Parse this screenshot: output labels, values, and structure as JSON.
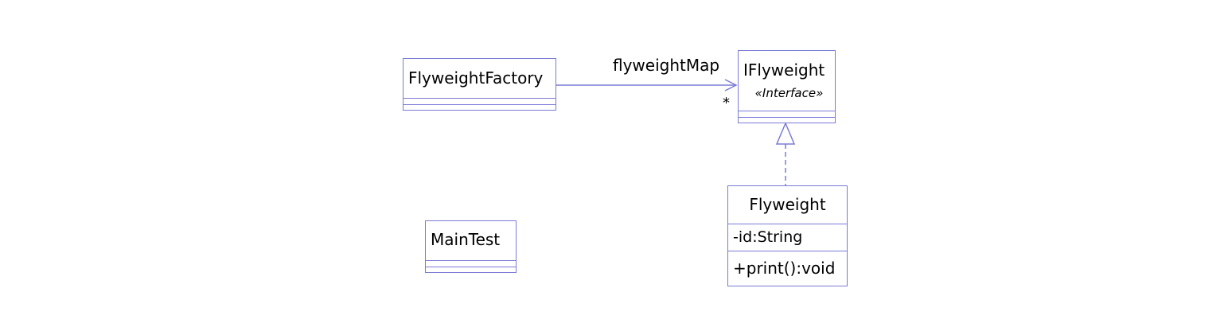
{
  "colors": {
    "line": "#7b7bd6",
    "text": "#000000",
    "background": "#ffffff"
  },
  "classes": {
    "flyweight_factory": {
      "name": "FlyweightFactory",
      "attributes": [],
      "operations": []
    },
    "iflyweight": {
      "name": "IFlyweight",
      "stereotype": "«Interface»",
      "attributes": [],
      "operations": []
    },
    "flyweight": {
      "name": "Flyweight",
      "attributes": [
        "-id:String"
      ],
      "operations": [
        "+print():void"
      ]
    },
    "main_test": {
      "name": "MainTest",
      "attributes": [],
      "operations": []
    }
  },
  "relations": {
    "association": {
      "role": "flyweightMap",
      "multiplicity": "*",
      "from": "FlyweightFactory",
      "to": "IFlyweight"
    },
    "realization": {
      "from": "Flyweight",
      "to": "IFlyweight"
    }
  }
}
